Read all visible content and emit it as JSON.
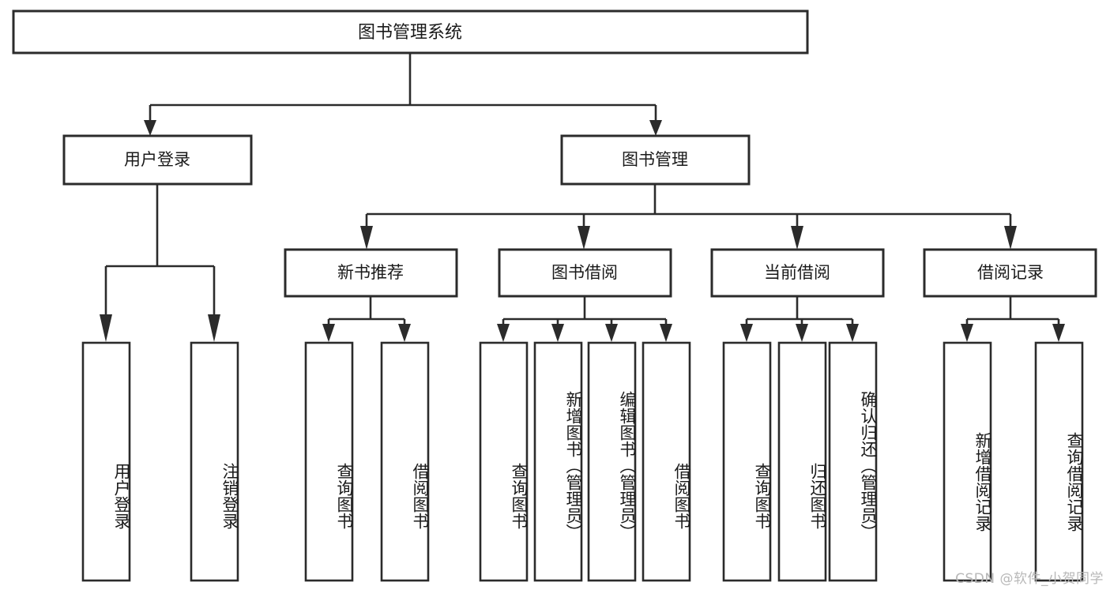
{
  "diagram": {
    "type": "tree",
    "title_node": {
      "id": "root",
      "label": "图书管理系统"
    },
    "level2": [
      {
        "id": "user-login",
        "label": "用户登录"
      },
      {
        "id": "book-manage",
        "label": "图书管理"
      }
    ],
    "level3": [
      {
        "id": "new-book-recommend",
        "label": "新书推荐",
        "parent": "book-manage"
      },
      {
        "id": "book-borrow",
        "label": "图书借阅",
        "parent": "book-manage"
      },
      {
        "id": "current-borrow",
        "label": "当前借阅",
        "parent": "book-manage"
      },
      {
        "id": "borrow-record",
        "label": "借阅记录",
        "parent": "book-manage"
      }
    ],
    "leaves": [
      {
        "id": "leaf-user-login",
        "label": "用户登录",
        "parent": "user-login"
      },
      {
        "id": "leaf-logout",
        "label": "注销登录",
        "parent": "user-login"
      },
      {
        "id": "leaf-query-book-1",
        "label": "查询图书",
        "parent": "new-book-recommend"
      },
      {
        "id": "leaf-borrow-book-1",
        "label": "借阅图书",
        "parent": "new-book-recommend"
      },
      {
        "id": "leaf-query-book-2",
        "label": "查询图书",
        "parent": "book-borrow"
      },
      {
        "id": "leaf-add-book",
        "label": "新增图书（管理员）",
        "parent": "book-borrow"
      },
      {
        "id": "leaf-edit-book",
        "label": "编辑图书（管理员）",
        "parent": "book-borrow"
      },
      {
        "id": "leaf-borrow-book-2",
        "label": "借阅图书",
        "parent": "book-borrow"
      },
      {
        "id": "leaf-query-book-3",
        "label": "查询图书",
        "parent": "current-borrow"
      },
      {
        "id": "leaf-return-book",
        "label": "归还图书",
        "parent": "current-borrow"
      },
      {
        "id": "leaf-confirm-return",
        "label": "确认归还（管理员）",
        "parent": "current-borrow"
      },
      {
        "id": "leaf-add-record",
        "label": "新增借阅记录",
        "parent": "borrow-record"
      },
      {
        "id": "leaf-query-record",
        "label": "查询借阅记录",
        "parent": "borrow-record"
      }
    ]
  },
  "watermark": {
    "text": "CSDN @软件_小贺同学"
  },
  "colors": {
    "stroke": "#2b2b2b",
    "fill": "#ffffff",
    "text": "#1a1a1a",
    "watermark": "#b8b8b8"
  }
}
